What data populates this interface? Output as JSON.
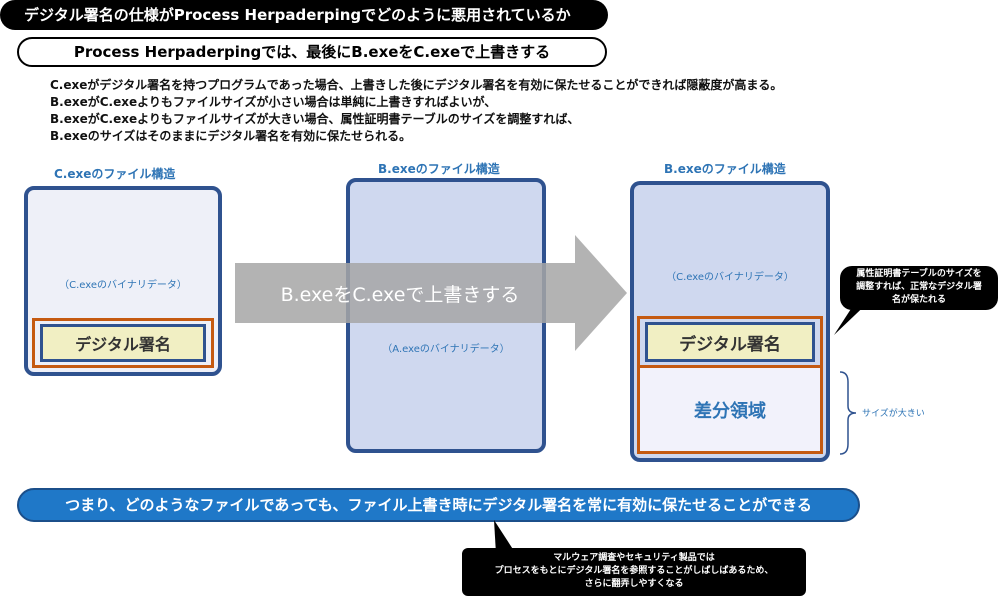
{
  "title": "デジタル署名の仕様がProcess Herpaderpingでどのように悪用されているか",
  "subtitle": "Process Herpaderpingでは、最後にB.exeをC.exeで上書きする",
  "description": [
    "C.exeがデジタル署名を持つプログラムであった場合、上書きした後にデジタル署名を有効に保たせることができれば隠蔽度が高まる。",
    "B.exeがC.exeよりもファイルサイズが小さい場合は単純に上書きすればよいが、",
    "B.exeがC.exeよりもファイルサイズが大きい場合、属性証明書テーブルのサイズを調整すれば、",
    "B.exeのサイズはそのままにデジタル署名を有効に保たせられる。"
  ],
  "left_file": {
    "label": "C.exeのファイル構造",
    "binary": "（C.exeのバイナリデータ）",
    "signature": "デジタル署名"
  },
  "middle_file": {
    "label": "B.exeのファイル構造",
    "binary": "（A.exeのバイナリデータ）"
  },
  "arrow_text": "B.exeをC.exeで上書きする",
  "right_file": {
    "label": "B.exeのファイル構造",
    "binary": "（C.exeのバイナリデータ）",
    "signature": "デジタル署名",
    "diff_region": "差分領域"
  },
  "callout_top": [
    "属性証明書テーブルのサイズを",
    "調整すれば、正常なデジタル署",
    "名が保たれる"
  ],
  "size_note": "サイズが大きい",
  "bottom_banner": "つまり、どのようなファイルであっても、ファイル上書き時にデジタル署名を常に有効に保たせることができる",
  "callout_bottom": [
    "マルウェア調査やセキュリティ製品では",
    "プロセスをもとにデジタル署名を参照することがしばしばあるため、",
    "さらに翻弄しやすくなる"
  ],
  "colors": {
    "file_border": "#2f528f",
    "signature_border": "#c55a11",
    "label_blue": "#2e74b5",
    "arrow_gray": "#a6a6a6",
    "banner_blue": "#1f78c8"
  }
}
